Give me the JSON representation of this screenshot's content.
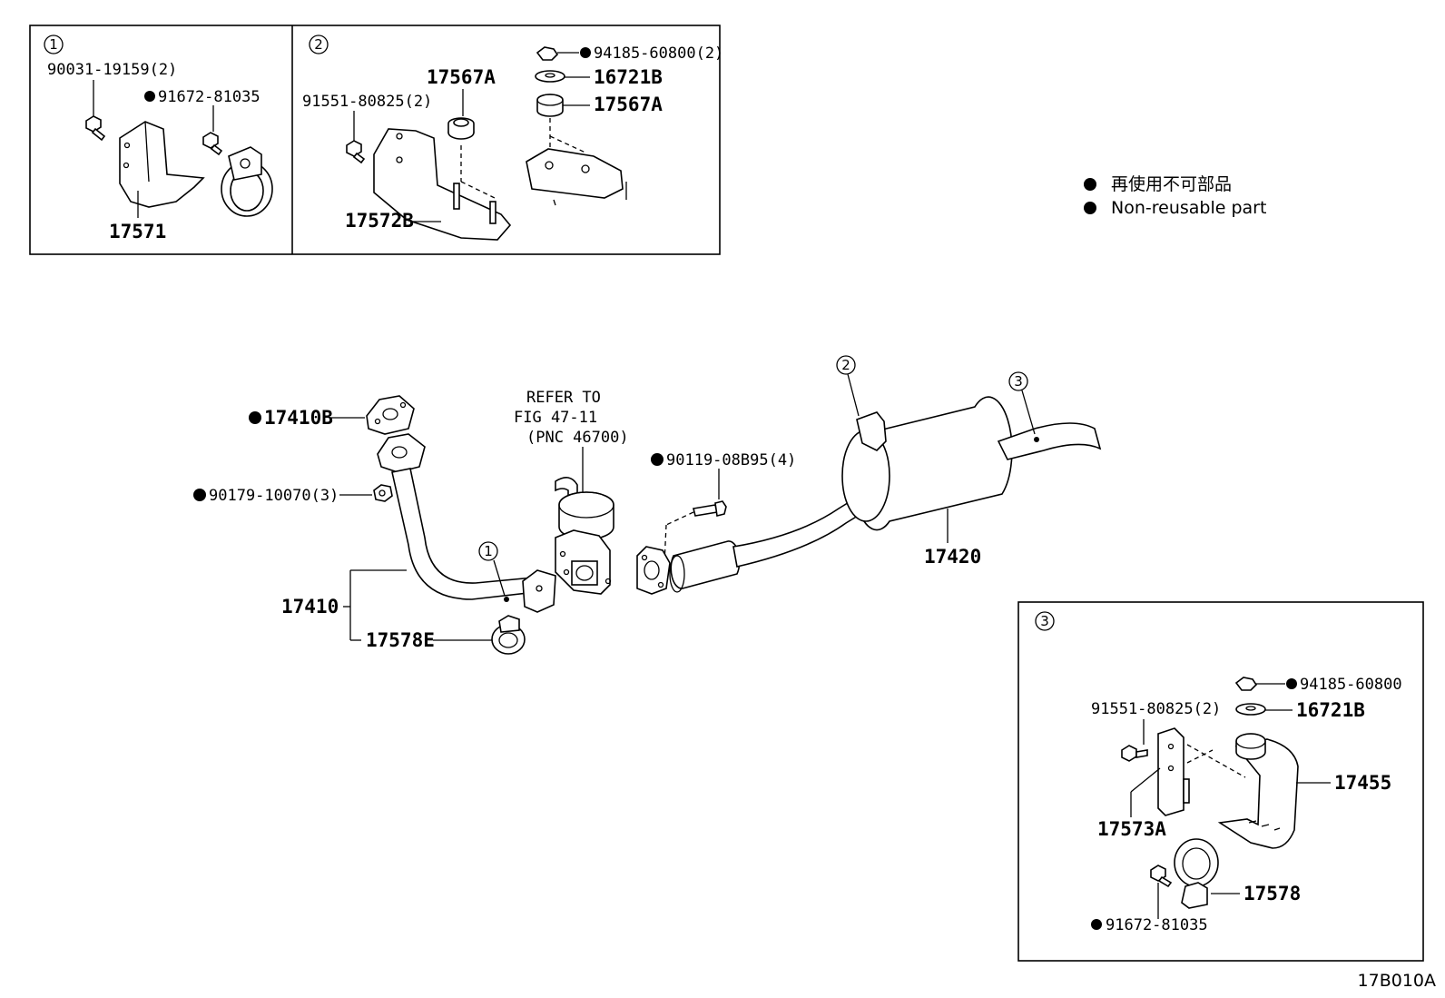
{
  "legend": {
    "ja": "再使用不可部品",
    "en": "Non-reusable part"
  },
  "figure_code": "17B010A",
  "refer_note": {
    "line1": "REFER TO",
    "line2": "FIG 47-11",
    "line3": "(PNC 46700)"
  },
  "inset1": {
    "number": "1",
    "labels": {
      "bolt": "90031-19159(2)",
      "bolt2": "91672-81035",
      "bracket": "17571"
    }
  },
  "inset2": {
    "number": "2",
    "labels": {
      "nut": "94185-60800(2)",
      "washer": "16721B",
      "cushion_top": "17567A",
      "cushion": "17567A",
      "bolt": "91551-80825(2)",
      "bracket": "17572B"
    }
  },
  "inset3": {
    "number": "3",
    "labels": {
      "nut": "94185-60800",
      "washer": "16721B",
      "bolt": "91551-80825(2)",
      "hanger": "17455",
      "bracket": "17573A",
      "clamp": "17578",
      "bolt2": "91672-81035"
    }
  },
  "main": {
    "callout1": "1",
    "callout2": "2",
    "callout3": "3",
    "labels": {
      "gasket": "17410B",
      "nut": "90179-10070(3)",
      "pipe": "17410",
      "clamp": "17578E",
      "bolt": "90119-08B95(4)",
      "muffler": "17420"
    }
  }
}
